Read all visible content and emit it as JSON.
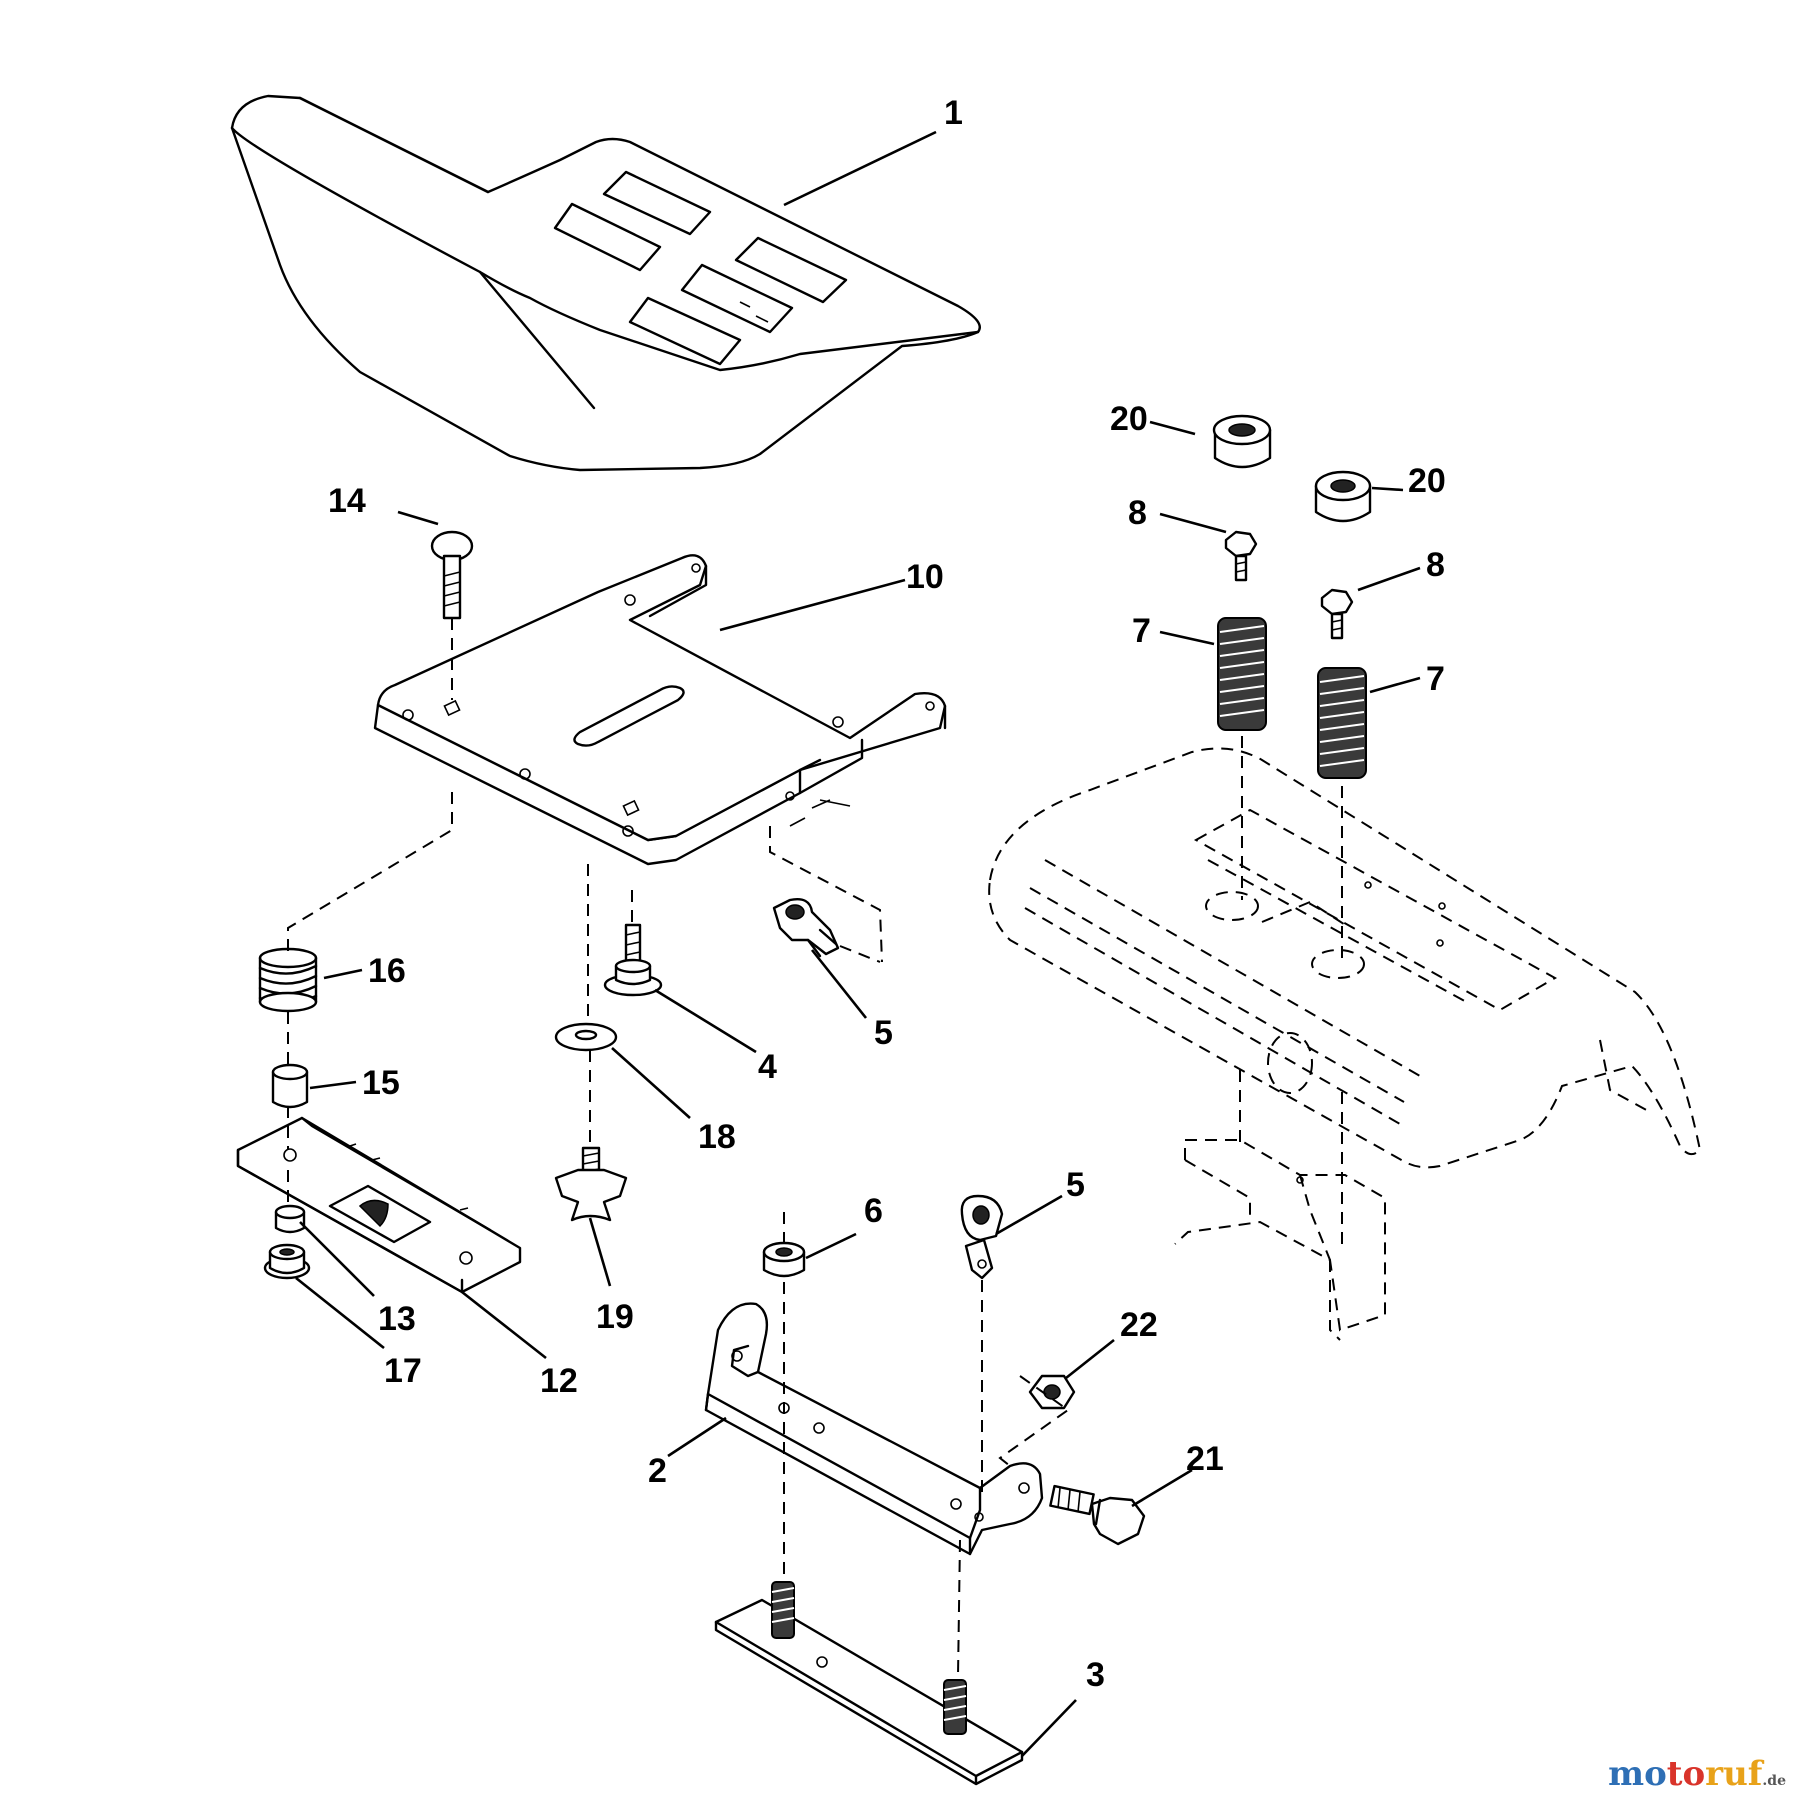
{
  "diagram": {
    "callouts": {
      "p1": "1",
      "p2": "2",
      "p3": "3",
      "p4": "4",
      "p5a": "5",
      "p5b": "5",
      "p6": "6",
      "p7a": "7",
      "p7b": "7",
      "p8a": "8",
      "p8b": "8",
      "p10": "10",
      "p12": "12",
      "p13": "13",
      "p14": "14",
      "p15": "15",
      "p16": "16",
      "p17": "17",
      "p18": "18",
      "p19": "19",
      "p20a": "20",
      "p20b": "20",
      "p21": "21",
      "p22": "22"
    }
  },
  "watermark": {
    "part1": "mo",
    "part2": "to",
    "part3": "ruf",
    "tld": ".de",
    "colors": {
      "part1": "#2e6fb5",
      "part2": "#d9342b",
      "part3": "#e8a21a"
    }
  }
}
